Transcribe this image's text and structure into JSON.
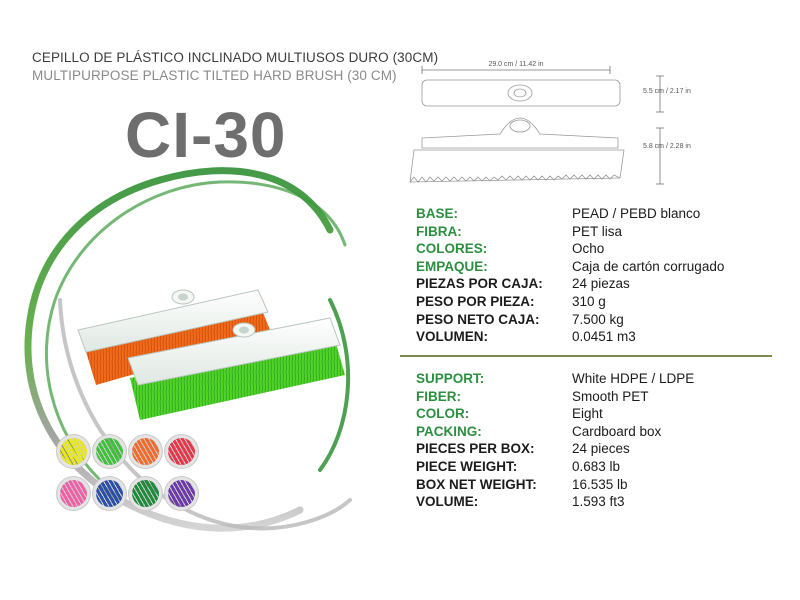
{
  "title_es": "CEPILLO DE PLÁSTICO INCLINADO MULTIUSOS DURO (30CM)",
  "title_en": "MULTIPURPOSE PLASTIC TILTED HARD BRUSH (30 CM)",
  "model": "CI-30",
  "dimensions": {
    "width": "29.0 cm / 11.42 in",
    "top_height": "5.5 cm / 2.17 in",
    "side_height": "5.8 cm / 2.28 in"
  },
  "colors": {
    "accent_green": "#2c8f3f",
    "divider": "#7c8a52",
    "swatches": [
      {
        "name": "yellow",
        "hex": "#e8e81a"
      },
      {
        "name": "green",
        "hex": "#3fbf3a"
      },
      {
        "name": "orange",
        "hex": "#f26a2a"
      },
      {
        "name": "red",
        "hex": "#e6364a"
      },
      {
        "name": "pink",
        "hex": "#ef5fa6"
      },
      {
        "name": "blue",
        "hex": "#2a4fa8"
      },
      {
        "name": "dark-green",
        "hex": "#1f8a3b"
      },
      {
        "name": "purple",
        "hex": "#6b3aa8"
      }
    ]
  },
  "specs_es": [
    {
      "label": "BASE:",
      "value": "PEAD / PEBD blanco",
      "green": true
    },
    {
      "label": "FIBRA:",
      "value": "PET lisa",
      "green": true
    },
    {
      "label": "COLORES:",
      "value": "Ocho",
      "green": true
    },
    {
      "label": "EMPAQUE:",
      "value": "Caja de cartón corrugado",
      "green": true
    },
    {
      "label": "PIEZAS POR CAJA:",
      "value": "24 piezas",
      "green": false
    },
    {
      "label": "PESO POR PIEZA:",
      "value": "310 g",
      "green": false
    },
    {
      "label": "PESO NETO CAJA:",
      "value": "7.500 kg",
      "green": false
    },
    {
      "label": "VOLUMEN:",
      "value": "0.0451 m3",
      "green": false
    }
  ],
  "specs_en": [
    {
      "label": "SUPPORT:",
      "value": "White HDPE / LDPE",
      "green": true
    },
    {
      "label": "FIBER:",
      "value": "Smooth PET",
      "green": true
    },
    {
      "label": "COLOR:",
      "value": "Eight",
      "green": true
    },
    {
      "label": "PACKING:",
      "value": "Cardboard box",
      "green": true
    },
    {
      "label": "PIECES PER BOX:",
      "value": "24 pieces",
      "green": false
    },
    {
      "label": "PIECE WEIGHT:",
      "value": "0.683 lb",
      "green": false
    },
    {
      "label": "BOX NET WEIGHT:",
      "value": "16.535 lb",
      "green": false
    },
    {
      "label": "VOLUME:",
      "value": "1.593 ft3",
      "green": false
    }
  ]
}
